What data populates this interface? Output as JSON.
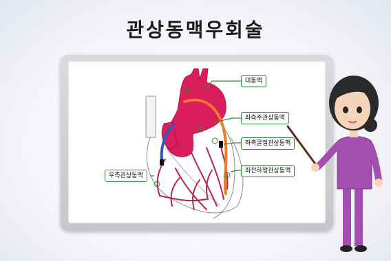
{
  "title": "관상동맥우회술",
  "labels": {
    "aorta": "대동맥",
    "left_main": "좌측주관상동맥",
    "left_circumflex": "좌측굴절관상동맥",
    "left_anterior_descending": "좌전하행관상동맥",
    "right_coronary": "우측관상동맥"
  },
  "colors": {
    "heart": "#d91e5b",
    "vessel": "#b8244a",
    "graft_orange": "#f07a28",
    "graft_blue": "#2a5bc4",
    "leader_line": "#2e8b2e",
    "board_frame": "#c8cacf"
  }
}
